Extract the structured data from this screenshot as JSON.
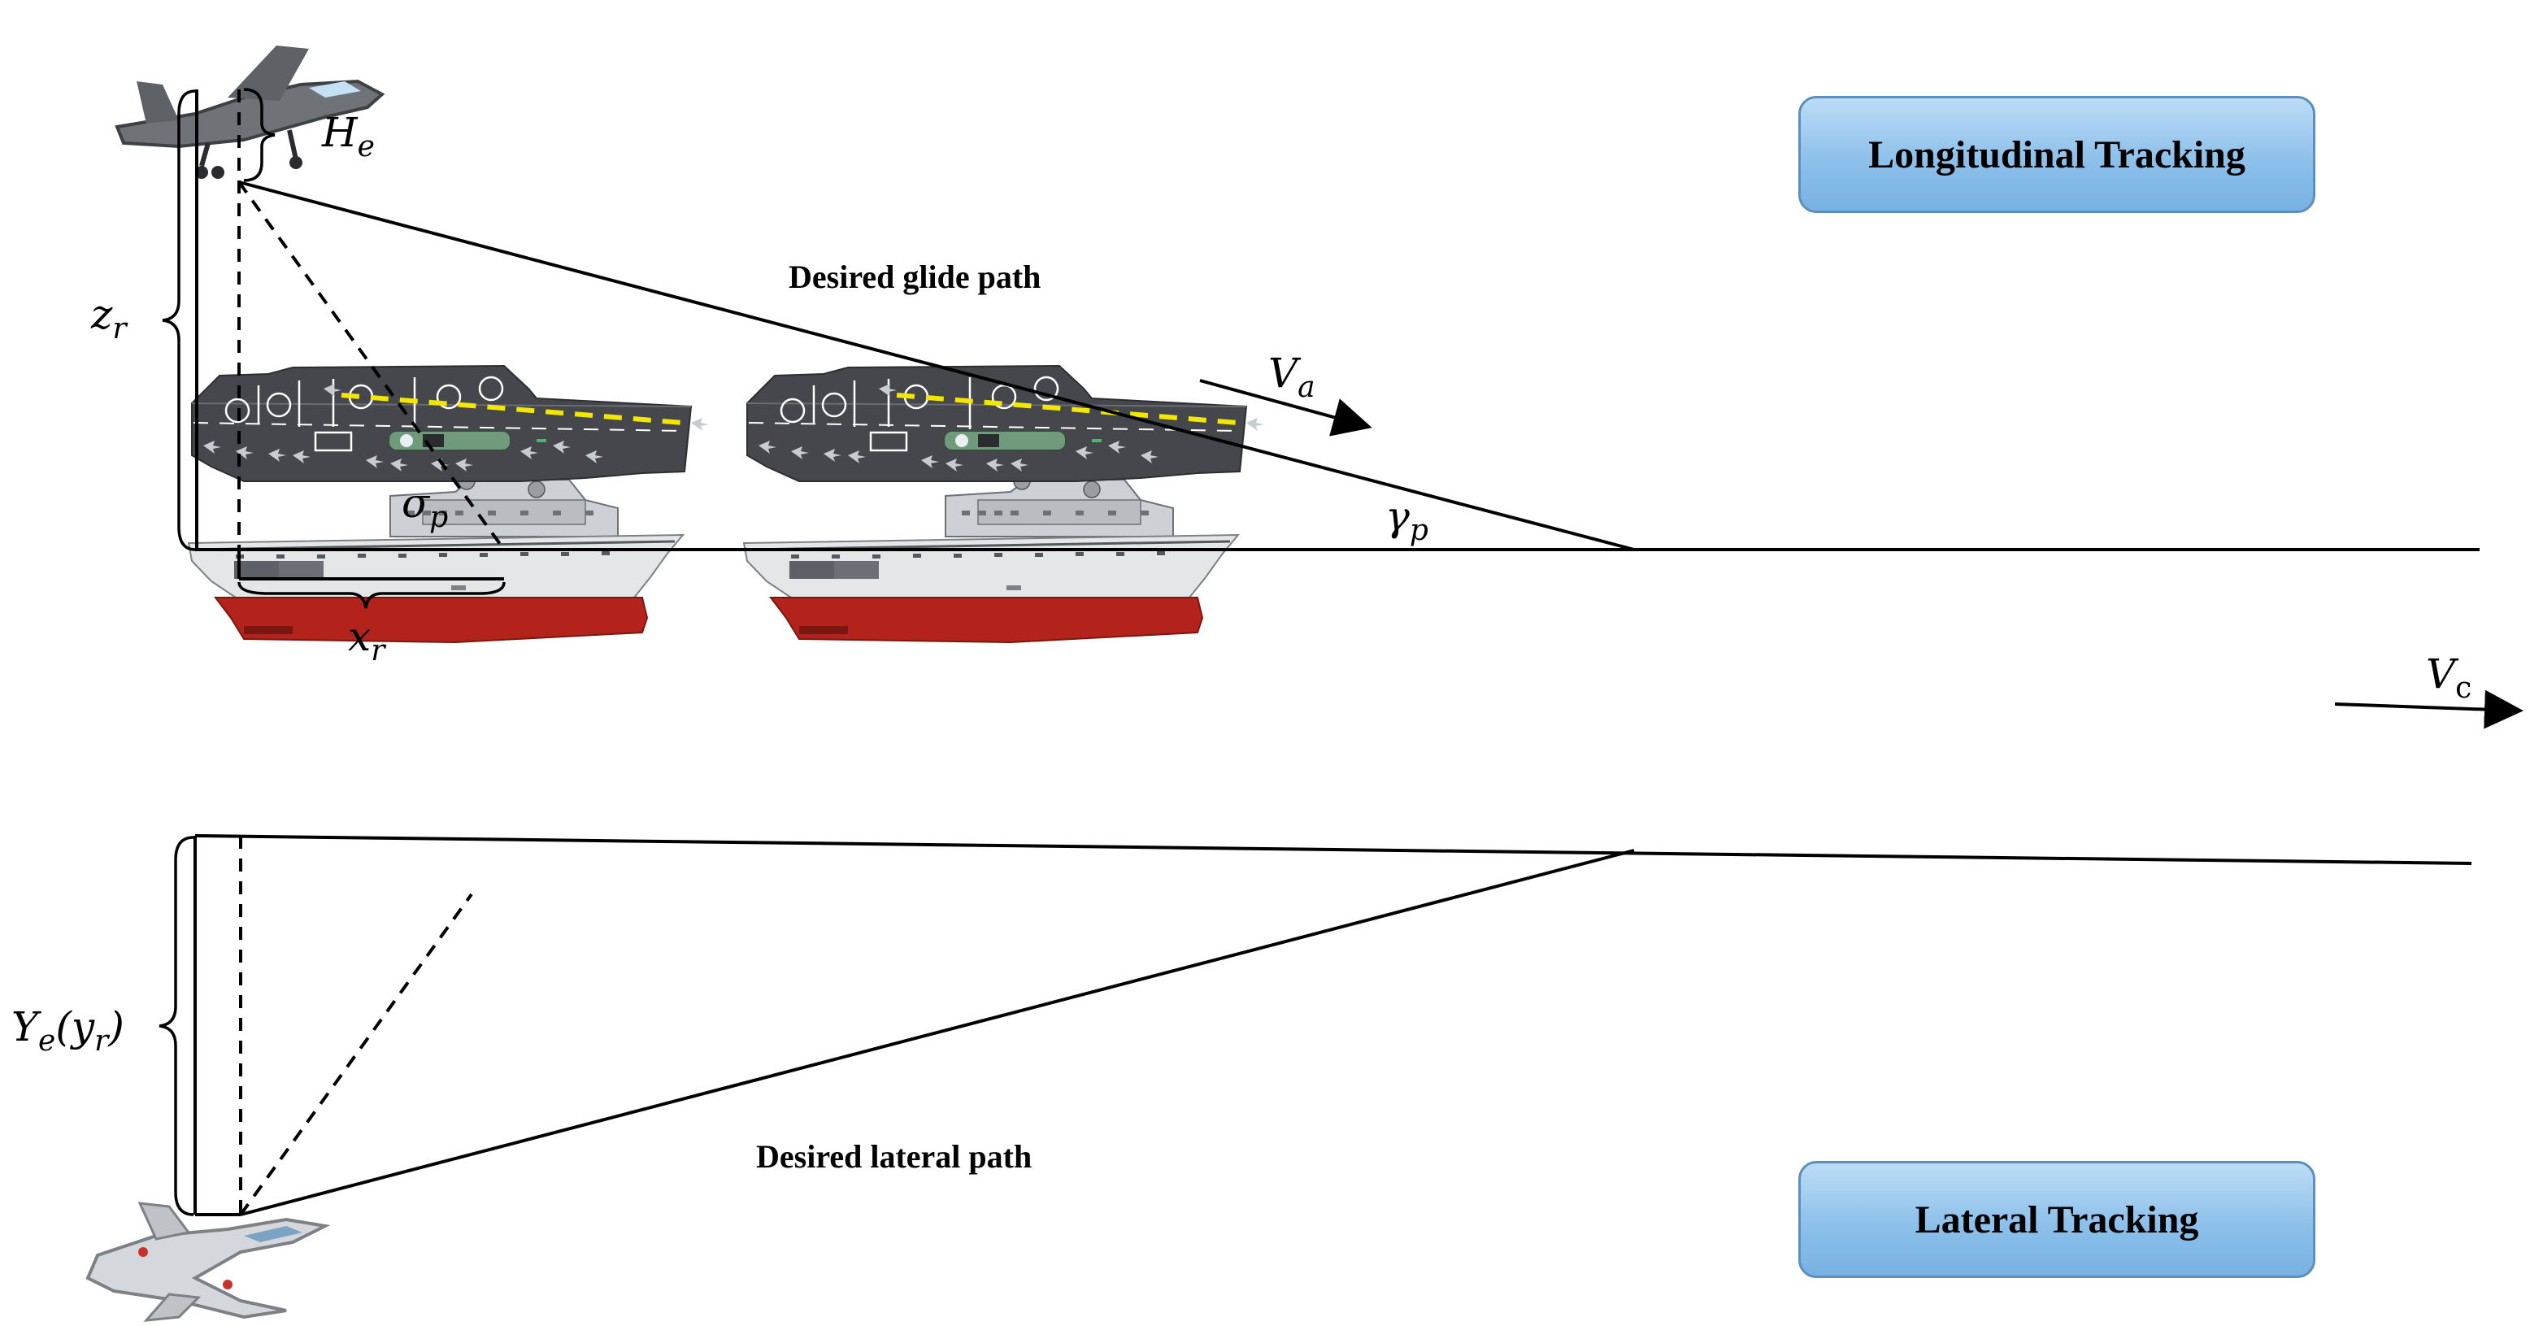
{
  "boxes": {
    "longitudinal": "Longitudinal Tracking",
    "lateral": "Lateral Tracking"
  },
  "labels": {
    "glide_path": "Desired glide path",
    "lateral_path": "Desired lateral path"
  },
  "symbols": {
    "He": {
      "main": "H",
      "sub": "e"
    },
    "zr": {
      "main": "z",
      "sub": "r"
    },
    "xr": {
      "main": "x",
      "sub": "r"
    },
    "sigma_p": {
      "main": "σ",
      "sub": "p"
    },
    "gamma_p": {
      "main": "γ",
      "sub": "p"
    },
    "Va": {
      "main": "V",
      "sub": "a"
    },
    "Vc": {
      "main": "V",
      "sub": "c"
    },
    "Ye": {
      "main": "Y",
      "sub": "e",
      "paren": "(y",
      "paren_sub": "r",
      "paren_close": ")"
    }
  },
  "colors": {
    "hull_red": "#b4231b",
    "hull_grey": "#e4e6e8",
    "deck_dark": "#45474d",
    "deck_yellow": "#f3e600",
    "box_fill": "#8dc0ea",
    "box_border": "#5b8fbf"
  },
  "icons": {
    "aircraft_top": "fighter-jet-side-icon",
    "aircraft_bottom": "fighter-jet-top-icon",
    "carrier_side": "carrier-side-view",
    "carrier_top": "carrier-top-view"
  }
}
